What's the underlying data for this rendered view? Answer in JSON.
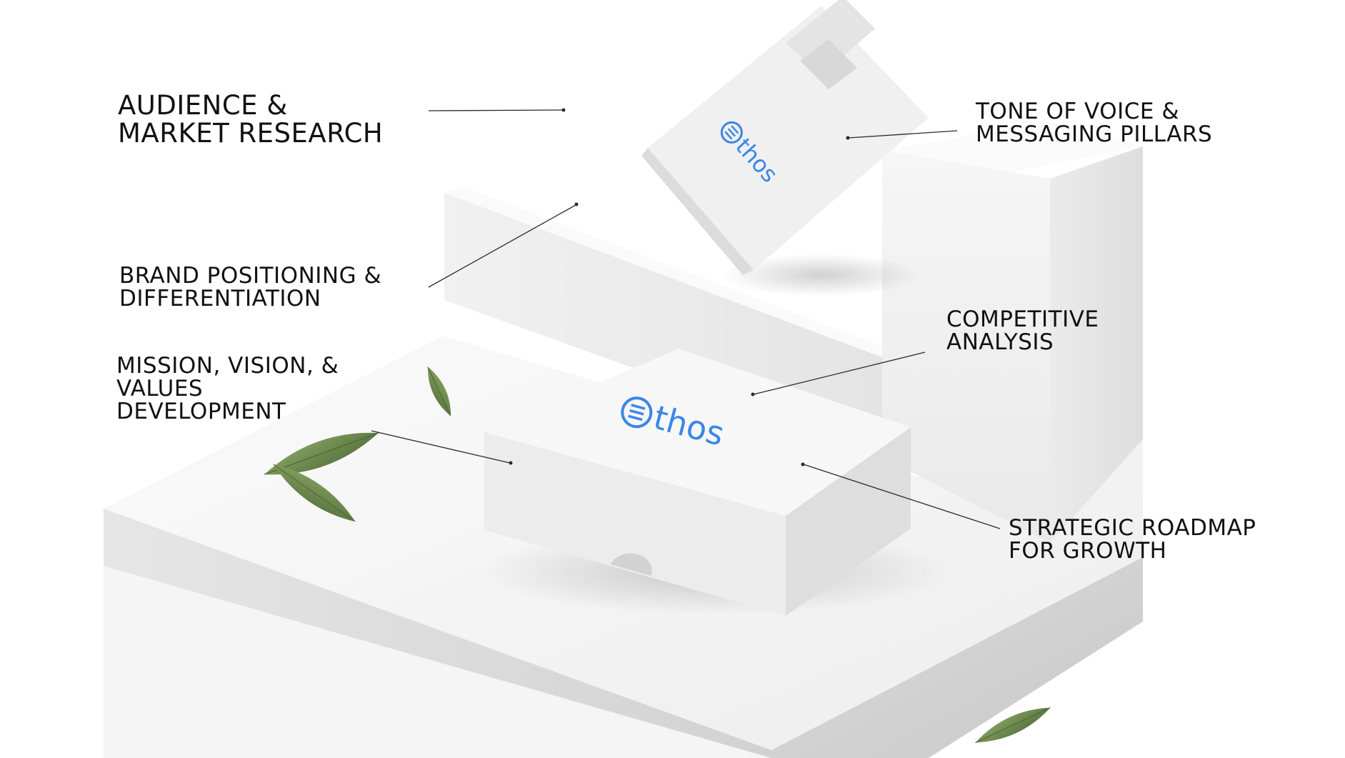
{
  "labels": {
    "audience": {
      "line1": "AUDIENCE &",
      "line2": "MARKET RESEARCH"
    },
    "tone": {
      "line1": "TONE OF VOICE &",
      "line2": "MESSAGING PILLARS"
    },
    "brand": {
      "line1": "BRAND POSITIONING &",
      "line2": "DIFFERENTIATION"
    },
    "competitive": {
      "line1": "COMPETITIVE",
      "line2": "ANALYSIS"
    },
    "mission": {
      "line1": "MISSION, VISION, &",
      "line2": "VALUES",
      "line3": "DEVELOPMENT"
    },
    "strategic": {
      "line1": "STRATEGIC ROADMAP",
      "line2": "FOR GROWTH"
    }
  },
  "logo": {
    "text": "thos"
  },
  "colors": {
    "brand_blue": "#3a86e8",
    "text": "#111111",
    "leaf": "#6d8a4a",
    "box": "#f2f2f2"
  }
}
